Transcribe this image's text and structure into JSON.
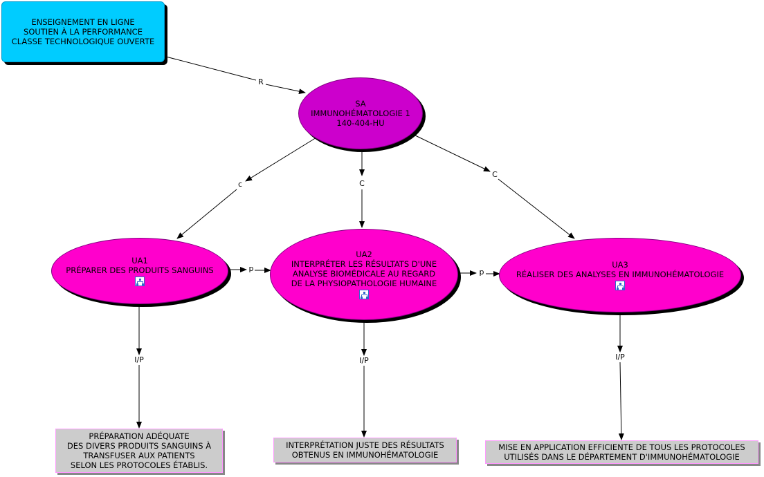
{
  "nodes": {
    "top": {
      "lines": [
        "ENSEIGNEMENT EN LIGNE",
        "SOUTIEN À LA PERFORMANCE",
        "CLASSE TECHNOLOGIQUE OUVERTE"
      ]
    },
    "sa": {
      "lines": [
        "SA",
        "IMMUNOHÉMATOLOGIE 1",
        "140-404-HU"
      ]
    },
    "ua1": {
      "lines": [
        "UA1",
        "PRÉPARER DES PRODUITS SANGUINS"
      ]
    },
    "ua2": {
      "lines": [
        "UA2",
        "INTERPRÉTER LES RÉSULTATS D'UNE",
        "ANALYSE BIOMÉDICALE AU REGARD",
        "DE LA PHYSIOPATHOLOGIE HUMAINE"
      ]
    },
    "ua3": {
      "lines": [
        "UA3",
        "RÉALISER DES ANALYSES EN IMMUNOHÉMATOLOGIE"
      ]
    },
    "out1": {
      "lines": [
        "PRÉPARATION ADÉQUATE",
        "DES DIVERS PRODUITS SANGUINS À",
        "TRANSFUSER AUX PATIENTS",
        "SELON LES PROTOCOLES ÉTABLIS."
      ]
    },
    "out2": {
      "lines": [
        "INTERPRÉTATION JUSTE DES RÉSULTATS",
        "OBTENUS EN IMMUNOHÉMATOLOGIE"
      ]
    },
    "out3": {
      "lines": [
        "MISE EN APPLICATION EFFICIENTE DE TOUS LES PROTOCOLES",
        "UTILISÉS DANS LE DÉPARTEMENT D'IMMUNOHÉMATOLOGIE"
      ]
    }
  },
  "edge_labels": {
    "r": "R",
    "c1": "c",
    "c2": "C",
    "c3": "C",
    "p1": "p",
    "p2": "p",
    "ip1": "I/P",
    "ip2": "I/P",
    "ip3": "I/P"
  },
  "icons": [
    "submap-icon"
  ],
  "colors": {
    "top_fill": "#00ccff",
    "sa_fill": "#cc00cc",
    "ua_fill": "#ff00cc",
    "outcome_fill": "#cccccc",
    "outcome_border": "#ff99ff"
  }
}
